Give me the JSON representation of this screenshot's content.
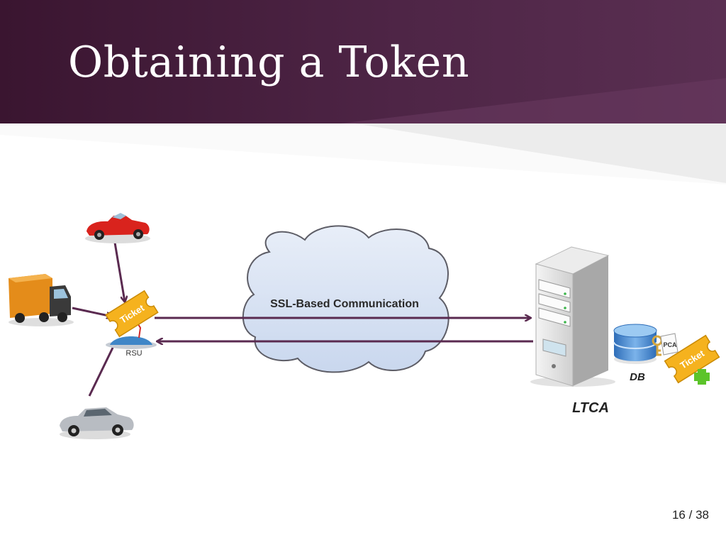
{
  "slide": {
    "title": "Obtaining a Token",
    "page_current": "16",
    "page_separator": "/",
    "page_total": "38"
  },
  "diagram": {
    "rsu_label": "RSU",
    "cloud_label": "SSL-Based Communication",
    "db_label": "DB",
    "server_label": "LTCA",
    "ticket_label": "Ticket",
    "key_tag_label": "PCA"
  },
  "colors": {
    "header": "#4e2546",
    "arrow": "#5a2a50",
    "cloud_fill": "#dbe6f6",
    "ticket": "#f5b21e",
    "plus": "#5cc42a"
  }
}
